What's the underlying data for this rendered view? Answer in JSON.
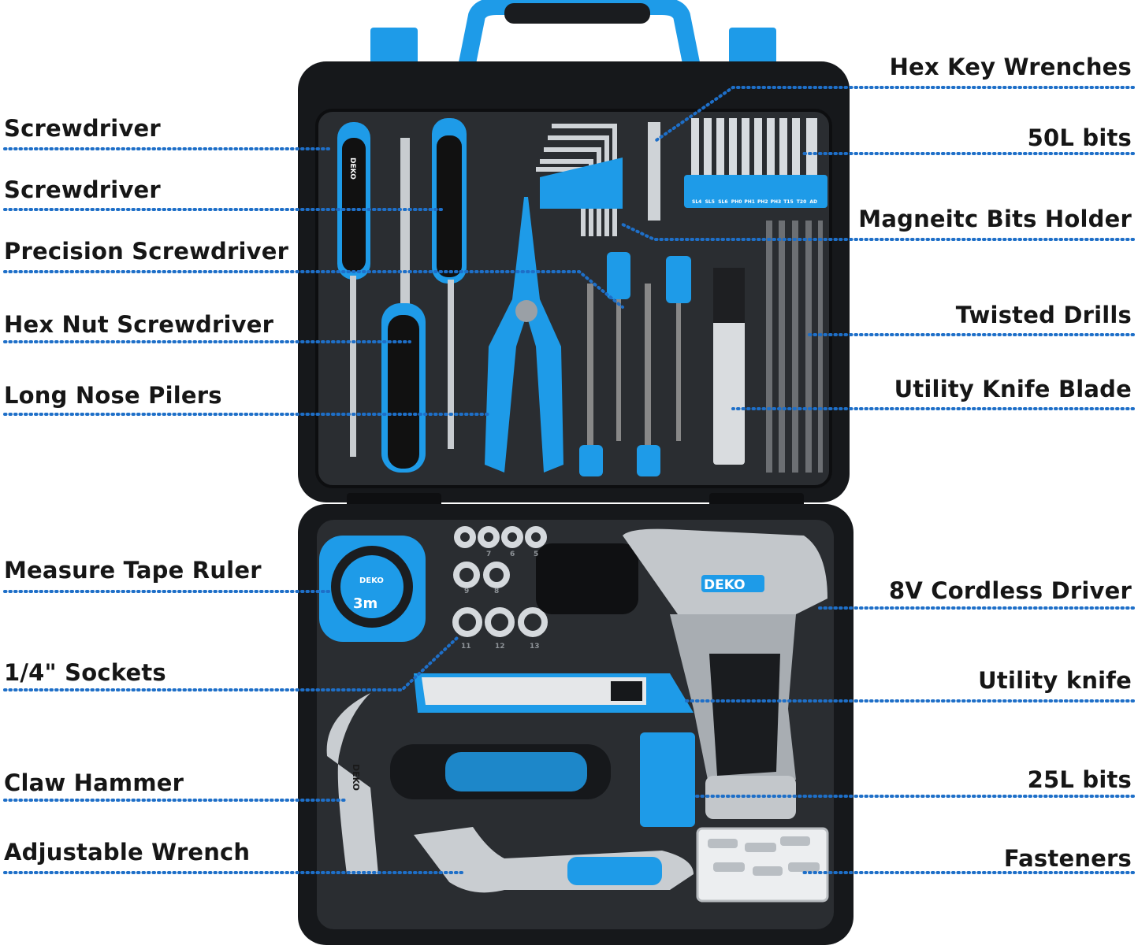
{
  "labels_left": [
    "Screwdriver",
    "Screwdriver",
    "Precision Screwdriver",
    "Hex Nut Screwdriver",
    "Long Nose Pilers",
    "Measure Tape Ruler",
    "1/4\" Sockets",
    "Claw Hammer",
    "Adjustable Wrench"
  ],
  "labels_right": [
    "Hex Key Wrenches",
    "50L bits",
    "Magneitc Bits Holder",
    "Twisted Drills",
    "Utility Knife Blade",
    "8V Cordless Driver",
    "Utility knife",
    "25L bits",
    "Fasteners"
  ],
  "product_marks": {
    "brand": "DEKO",
    "tape_length": "3m",
    "bit_codes": [
      "SL4",
      "SL5",
      "SL6",
      "PH0",
      "PH1",
      "PH2",
      "PH3",
      "T15",
      "T20",
      "AD"
    ],
    "socket_sizes_top": [
      "7",
      "6",
      "5"
    ],
    "socket_sizes_mid": [
      "9",
      "8"
    ],
    "socket_sizes_bottom": [
      "11",
      "12",
      "13"
    ]
  },
  "colors": {
    "accent": "#1e9be8",
    "case": "#141619",
    "leader": "#1e6fc8",
    "text": "#161616"
  }
}
